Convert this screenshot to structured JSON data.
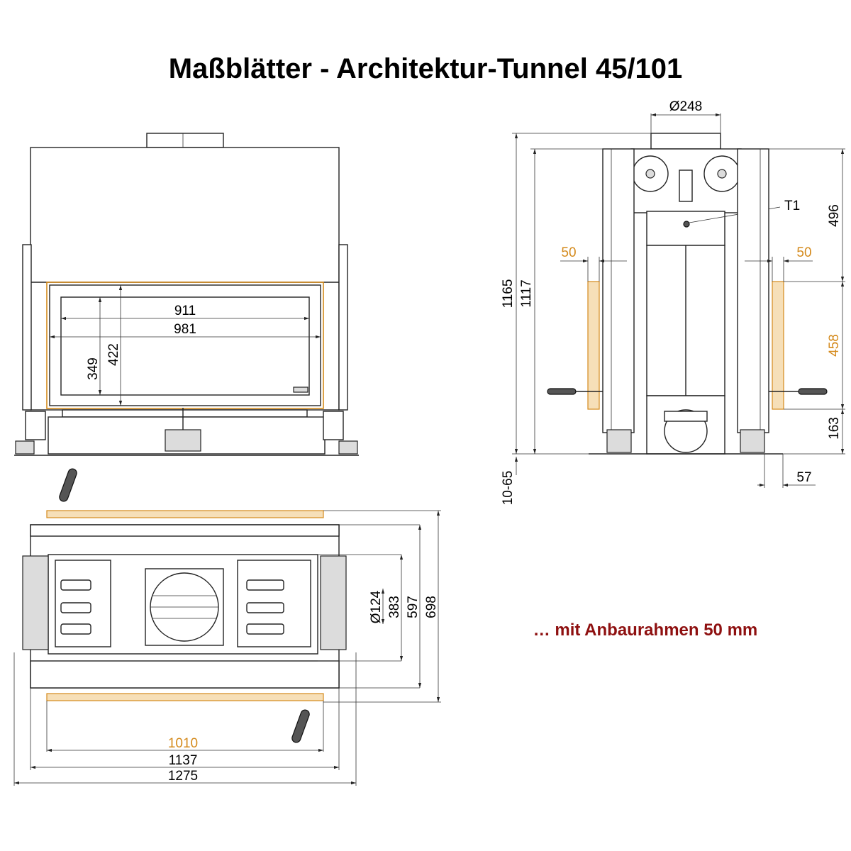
{
  "title": "Maßblätter - Architektur-Tunnel 45/101",
  "note": "… mit Anbaurahmen 50 mm",
  "colors": {
    "line": "#222222",
    "frame_orange": "#d48a1c",
    "note_red": "#8e1010"
  },
  "front_view": {
    "dims": {
      "inner_width": "911",
      "outer_width": "981",
      "inner_height": "349",
      "outer_height": "422"
    }
  },
  "side_view": {
    "dims": {
      "flue_diameter": "Ø248",
      "total_height": "1165",
      "body_height": "1117",
      "top_height": "496",
      "frame_height": "458",
      "base_height": "163",
      "frame_left": "50",
      "frame_right": "50",
      "foot_width": "57",
      "foot_adjust": "10-65",
      "marker": "T1"
    }
  },
  "top_view": {
    "dims": {
      "flue_diameter": "Ø124",
      "depth_inner": "383",
      "depth_body": "597",
      "depth_total": "698",
      "width_frame": "1010",
      "width_body": "1137",
      "width_total": "1275"
    }
  }
}
